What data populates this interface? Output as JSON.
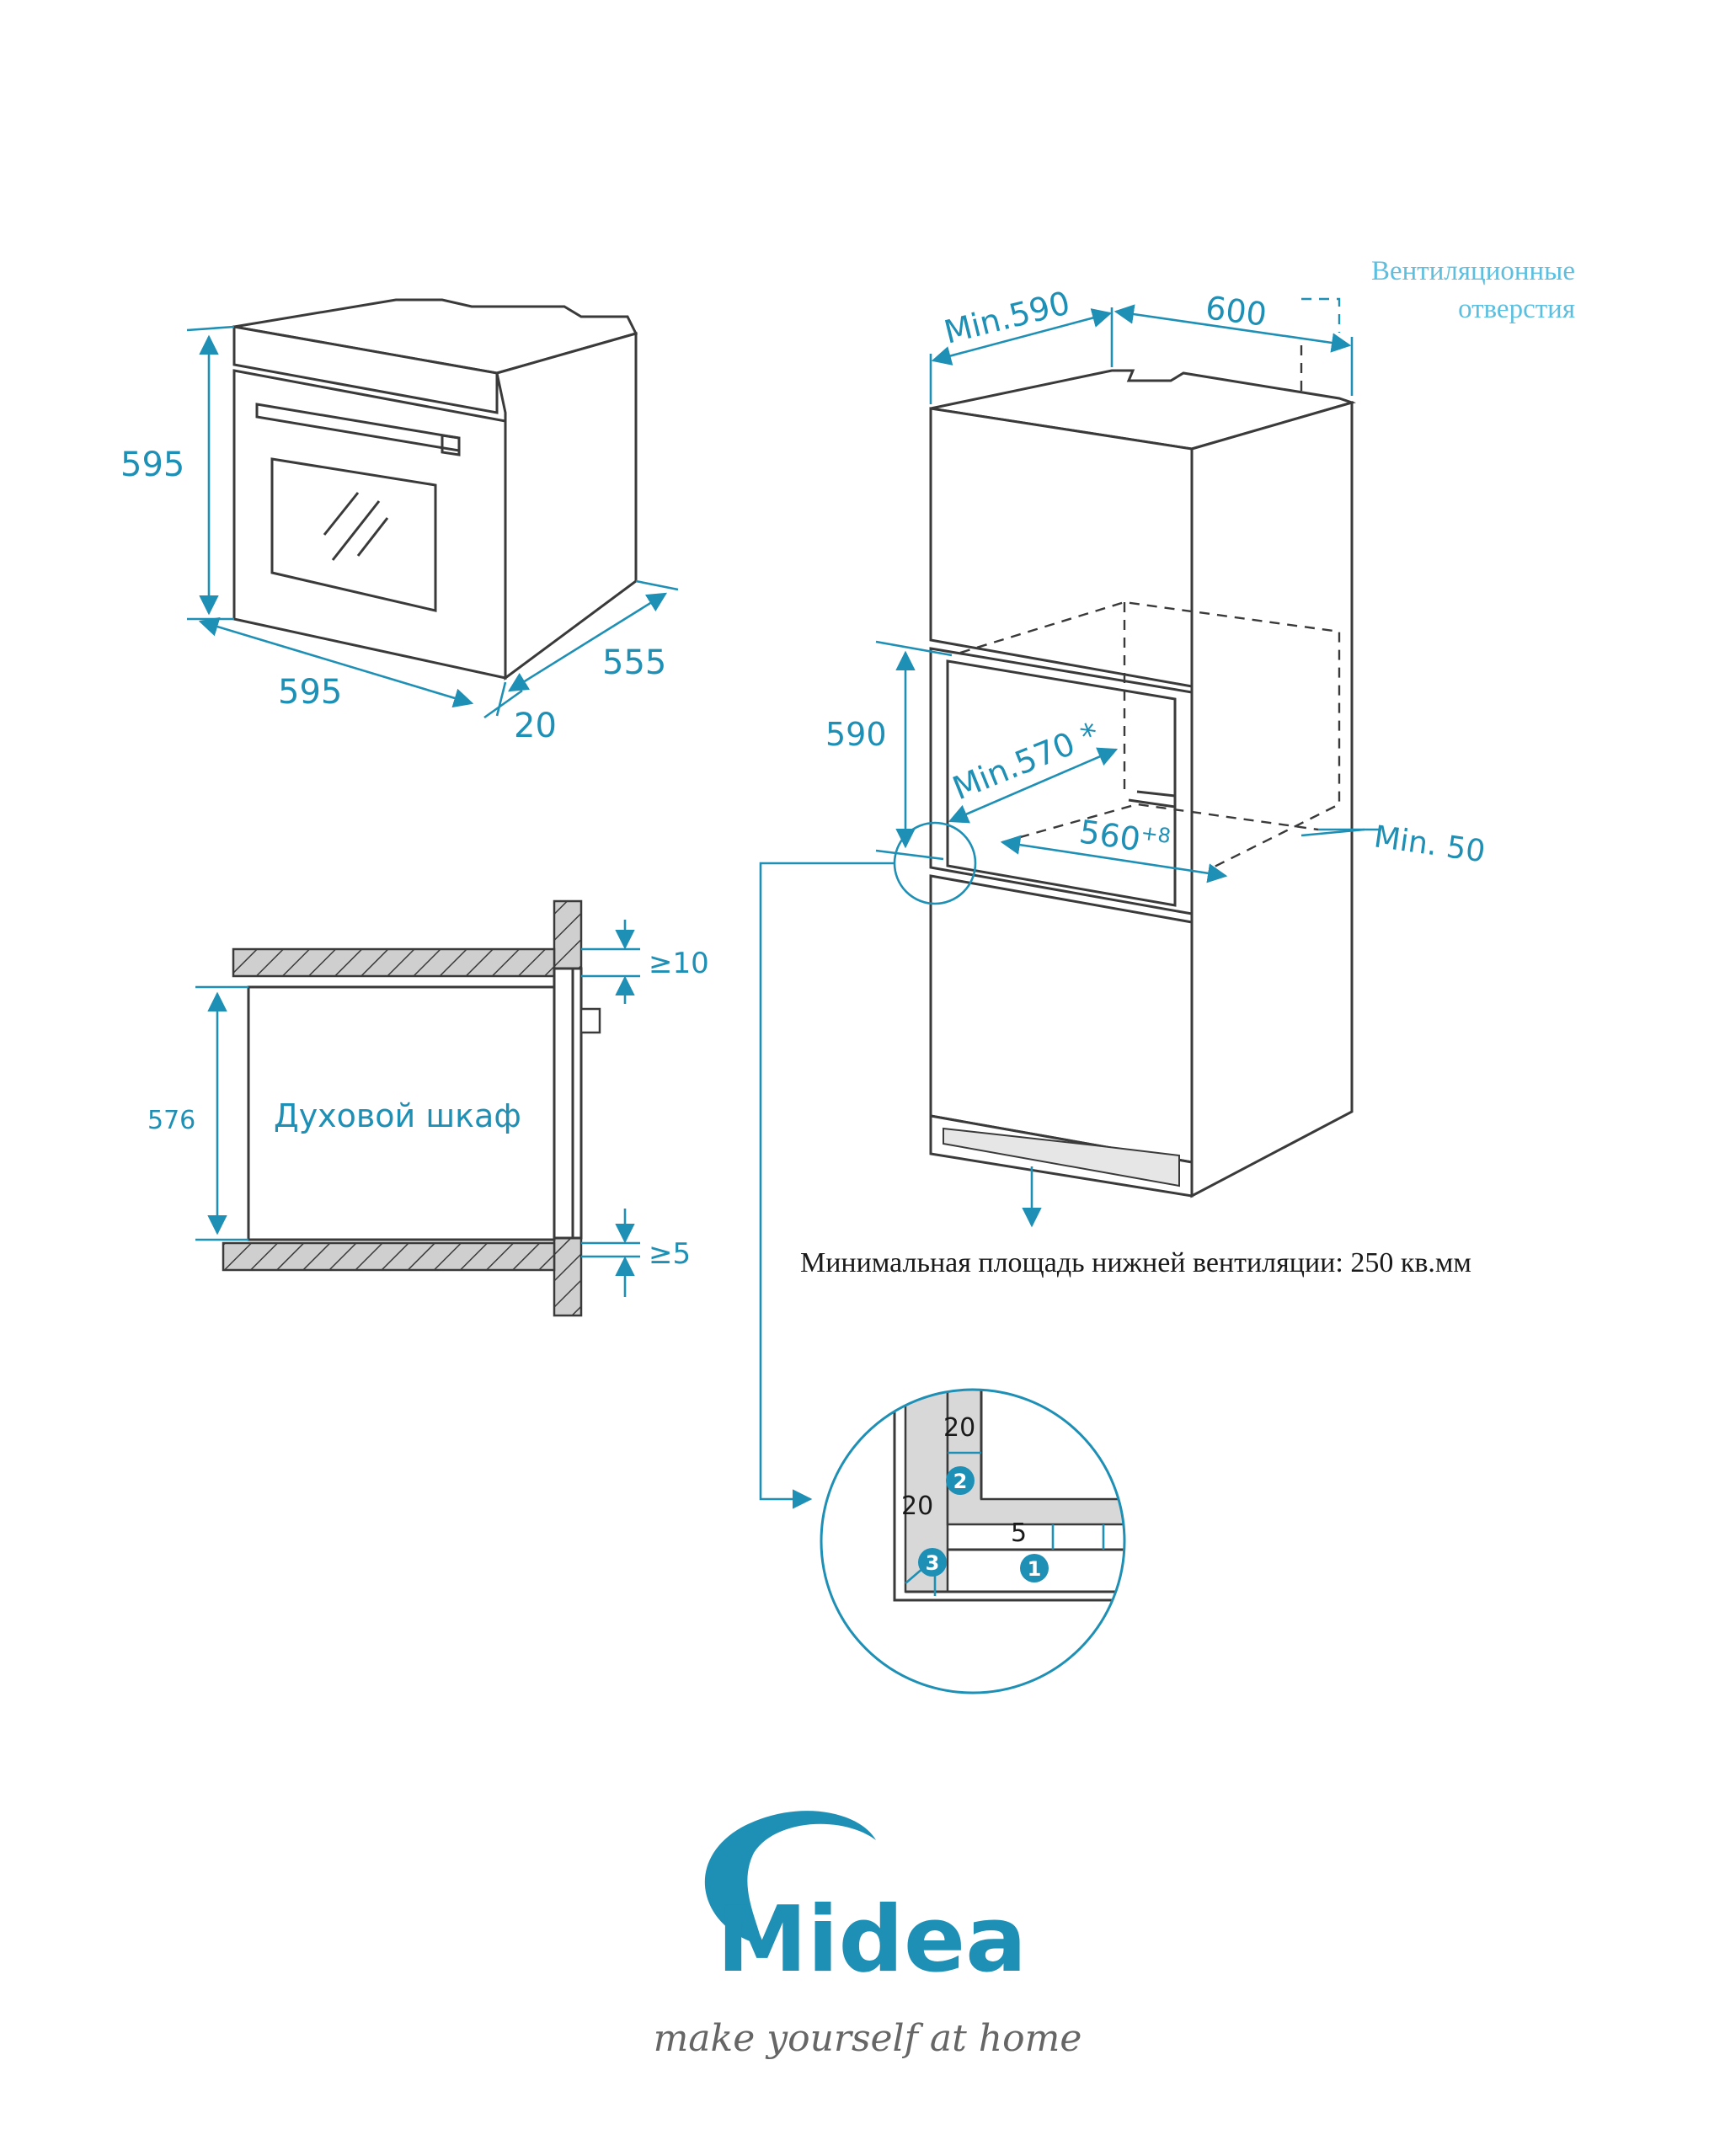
{
  "oven_dims": {
    "height": "595",
    "width": "595",
    "depth": "555",
    "door": "20"
  },
  "niche_dims": {
    "min_width_top": "Min.590",
    "depth_top": "600",
    "vent_label_line1": "Вентиляционные",
    "vent_label_line2": "отверстия",
    "height": "590",
    "min_depth": "Min.570 *",
    "width": "560",
    "width_tolerance": "+8",
    "min_gap": "Min. 50"
  },
  "bottom_vent_note": "Минимальная площадь нижней вентиляции: 250 кв.мм",
  "section": {
    "label": "Духовой шкаф",
    "height": "576",
    "gap_top": "≥10",
    "gap_bottom": "≥5"
  },
  "detail": {
    "dim_20a": "20",
    "dim_20b": "20",
    "dim_5": "5",
    "marker_1": "1",
    "marker_2": "2",
    "marker_3": "3"
  },
  "brand": {
    "logo": "Midea",
    "slogan": "make yourself at home"
  },
  "colors": {
    "accent": "#1e8fb5",
    "accent_light": "#5cbfe0",
    "line": "#3a3a3a"
  }
}
